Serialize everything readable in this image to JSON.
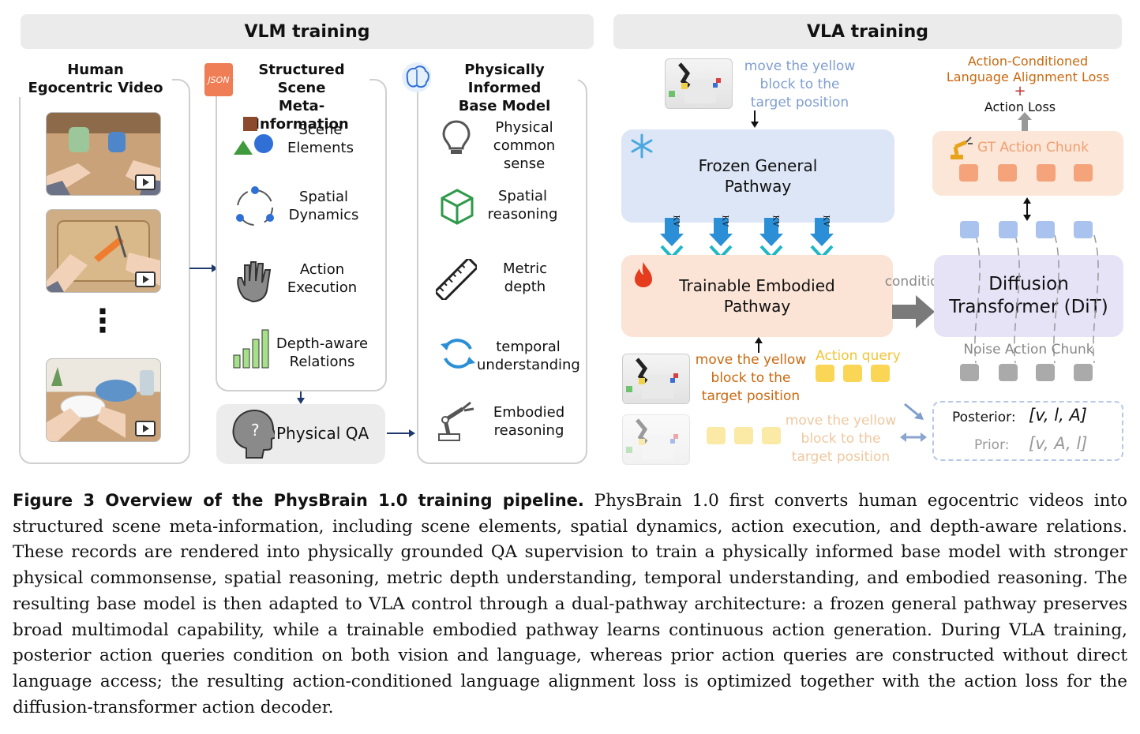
{
  "banners": {
    "vlm": "VLM training",
    "vla": "VLA training"
  },
  "panel1": {
    "title": "Human\nEgocentric Video",
    "ellipsis": "⋮"
  },
  "panel2": {
    "title": "Structured Scene\nMeta-Information",
    "json_tag": "JSON",
    "items": [
      "Scene\nElements",
      "Spatial\nDynamics",
      "Action\nExecution",
      "Depth-aware\nRelations"
    ]
  },
  "panel3": {
    "title": "Physically Informed\nBase Model",
    "items": [
      "Physical\ncommon sense",
      "Spatial\nreasoning",
      "Metric\ndepth",
      "temporal\nunderstanding",
      "Embodied\nreasoning"
    ]
  },
  "physical_qa": "Physical QA",
  "vla": {
    "instruction": "move the yellow\nblock to the\ntarget position",
    "frozen": "Frozen General\nPathway",
    "trainable": "Trainable Embodied\nPathway",
    "kv": "KV",
    "condition": "condition",
    "dit": "Diffusion\nTransformer (DiT)",
    "loss_alignment": "Action-Conditioned\nLanguage Alignment Loss",
    "plus": "+",
    "loss_action": "Action Loss",
    "gt_chunk": "GT Action Chunk",
    "noise_chunk": "Noise Action Chunk",
    "action_query": "Action query",
    "posterior_label": "Posterior:",
    "posterior_value": "[v, l, A]",
    "prior_label": "Prior:",
    "prior_value": "[v, A, l]"
  },
  "caption": {
    "label": "Figure 3  Overview of the PhysBrain 1.0 training pipeline.",
    "text": " PhysBrain 1.0 first converts human egocentric videos into structured scene meta-information, including scene elements, spatial dynamics, action execution, and depth-aware relations. These records are rendered into physically grounded QA supervision to train a physically informed base model with stronger physical commonsense, spatial reasoning, metric depth understanding, temporal understanding, and embodied reasoning. The resulting base model is then adapted to VLA control through a dual-pathway architecture: a frozen general pathway preserves broad multimodal capability, while a trainable embodied pathway learns continuous action generation. During VLA training, posterior action queries condition on both vision and language, whereas prior action queries are constructed without direct language access; the resulting action-conditioned language alignment loss is optimized together with the action loss for the diffusion-transformer action decoder."
  },
  "colors": {
    "frozen_bg": "#dde6f7",
    "trainable_bg": "#fbe3d6",
    "dit_bg": "#e7e3f7",
    "gt_bg": "#fbe6d8",
    "instruction_blue": "#7f9ed0",
    "instruction_orange": "#c9690f",
    "instruction_faded": "#f0c8a0",
    "query_yellow": "#fbd656",
    "kv_blue": "#2a8fd6",
    "kv_teal": "#1fb7c4"
  }
}
